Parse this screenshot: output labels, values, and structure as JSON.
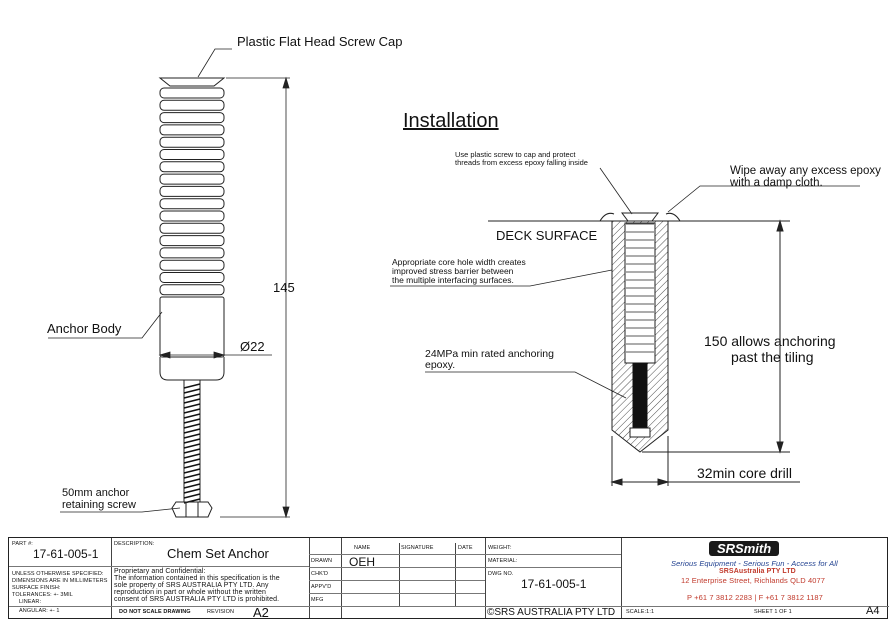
{
  "labels": {
    "screw_cap": "Plastic Flat Head Screw Cap",
    "anchor_body": "Anchor Body",
    "screw_line1": "50mm anchor",
    "screw_line2": "retaining screw",
    "dim_length": "145",
    "dim_dia": "Ø22",
    "installation": "Installation",
    "plastic_note_1": "Use plastic screw to cap and protect",
    "plastic_note_2": "threads from excess epoxy falling inside",
    "wipe_1": "Wipe away any excess epoxy",
    "wipe_2": "with a damp cloth.",
    "deck_surface": "DECK SURFACE",
    "core_1": "Appropriate core hole width creates",
    "core_2": "improved stress barrier between",
    "core_3": "the multiple interfacing surfaces.",
    "epoxy_1": "24MPa min rated anchoring",
    "epoxy_2": "epoxy.",
    "anchoring_1": "150 allows anchoring",
    "anchoring_2": "past the tiling",
    "core_drill": "32min core drill"
  },
  "title_block": {
    "part_label": "PART #:",
    "part_number": "17-61-005-1",
    "description_label": "DESCRIPTION:",
    "description": "Chem Set Anchor",
    "spec_1": "UNLESS OTHERWISE SPECIFIED:",
    "spec_2": "DIMENSIONS ARE IN MILLIMETERS",
    "spec_3": "SURFACE FINISH:",
    "spec_4": "TOLERANCES: +- 3MIL",
    "spec_5": "LINEAR:",
    "spec_6": "ANGULAR: +- 1",
    "conf_1": "Proprietary and Confidential:",
    "conf_2": "The information contained in this specification is the",
    "conf_3": "sole property of SRS AUSTRALIA PTY LTD.  Any",
    "conf_4": "reproduction in part or whole without the written",
    "conf_5": "consent of SRS AUSTRALIA PTY LTD is prohibited.",
    "dnsd": "DO NOT SCALE DRAWING",
    "revision_label": "REVISION",
    "revision": "A2",
    "name_h": "NAME",
    "signature_h": "SIGNATURE",
    "date_h": "DATE",
    "drawn": "DRAWN",
    "drawn_name": "OEH",
    "chkd": "CHK'D",
    "appvd": "APPV'D",
    "mfg": "MFG",
    "weight_label": "WEIGHT:",
    "material_label": "MATERIAL:",
    "dwg_label": "DWG NO.",
    "dwg_number": "17-61-005-1",
    "copyright": "©SRS AUSTRALIA PTY LTD",
    "scale": "SCALE:1:1",
    "sheet": "SHEET 1 OF 1",
    "size": "A4",
    "logo": "SRSmith",
    "tagline": "Serious Equipment - Serious Fun - Access for All",
    "company": "SRSAustralia PTY LTD",
    "address": "12 Enterprise Street, Richlands QLD 4077",
    "phone": "P +61 7 3812 2283 | F +61 7 3812 1187"
  },
  "colors": {
    "line": "#222222",
    "logo": "#1a1a1a",
    "company_text": "#c0392b",
    "tagline": "#1f3f8f"
  }
}
